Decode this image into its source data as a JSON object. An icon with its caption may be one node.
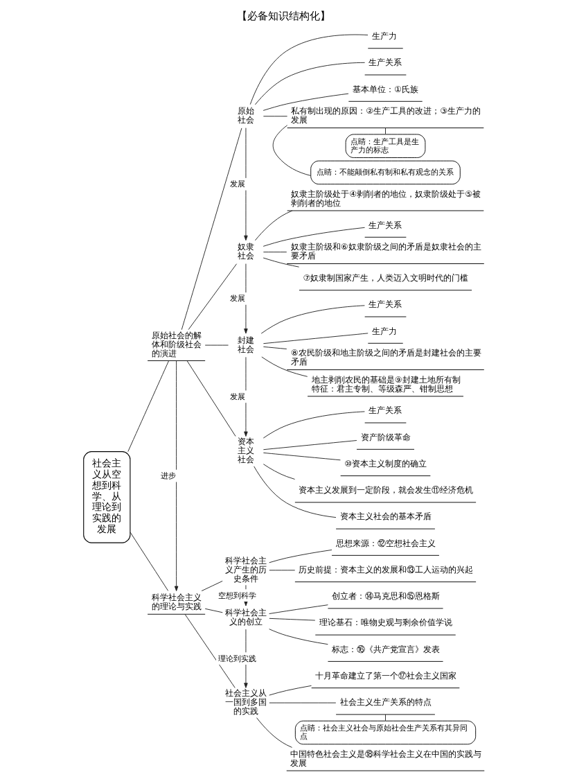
{
  "diagram": {
    "title": "【必备知识结构化】",
    "nodes": [
      {
        "text": [
          "社会主义从空想到科学、从理论到实践的发展"
        ]
      },
      {
        "text": [
          "原始社会的解体和阶级社会的演进"
        ]
      },
      {
        "text": [
          "原始社会"
        ]
      },
      {
        "text": [
          "生产力"
        ]
      },
      {
        "text": [
          "生产关系"
        ]
      },
      {
        "text": [
          "基本单位：①氏族"
        ]
      },
      {
        "text": [
          "私有制出现的原因：②生产工具的改进；③生产力的发展"
        ]
      },
      {
        "text": [
          "点睛：生产工具是生产力的标志"
        ]
      },
      {
        "text": [
          "点睛：不能颠倒私有制和私有观念的关系"
        ]
      },
      {
        "text": [
          "奴隶社会"
        ]
      },
      {
        "text": [
          "奴隶主阶级处于④剥削者的地位，奴隶阶级处于⑤被剥削者的地位"
        ]
      },
      {
        "text": [
          "生产关系"
        ]
      },
      {
        "text": [
          "奴隶主阶级和⑥奴隶阶级之间的矛盾是奴隶社会的主要矛盾"
        ]
      },
      {
        "text": [
          "⑦奴隶制国家产生，人类迈入文明时代的门槛"
        ]
      },
      {
        "text": [
          "封建社会"
        ]
      },
      {
        "text": [
          "生产关系"
        ]
      },
      {
        "text": [
          "生产力"
        ]
      },
      {
        "text": [
          "⑧农民阶级和地主阶级之间的矛盾是封建社会的主要矛盾"
        ]
      },
      {
        "text": [
          "地主剥削农民的基础是⑨封建土地所有制",
          "特征：君主专制、等级森严、钳制思想"
        ]
      },
      {
        "text": [
          "资本主义社会"
        ]
      },
      {
        "text": [
          "生产关系"
        ]
      },
      {
        "text": [
          "资产阶级革命"
        ]
      },
      {
        "text": [
          "⑩资本主义制度的确立"
        ]
      },
      {
        "text": [
          "资本主义发展到一定阶段，就会发生⑪经济危机"
        ]
      },
      {
        "text": [
          "资本主义社会的基本矛盾"
        ]
      },
      {
        "text": [
          "科学社会主义的理论与实践"
        ]
      },
      {
        "text": [
          "科学社会主义产生的历史条件"
        ]
      },
      {
        "text": [
          "思想来源：⑫空想社会主义"
        ]
      },
      {
        "text": [
          "历史前提：资本主义的发展和⑬工人运动的兴起"
        ]
      },
      {
        "text": [
          "科学社会主义的创立"
        ]
      },
      {
        "text": [
          "创立者：⑭马克思和⑮恩格斯"
        ]
      },
      {
        "text": [
          "理论基石：唯物史观与剩余价值学说"
        ]
      },
      {
        "text": [
          "标志：⑯《共产党宣言》发表"
        ]
      },
      {
        "text": [
          "社会主义从一国到多国的实践"
        ]
      },
      {
        "text": [
          "十月革命建立了第一个⑰社会主义国家"
        ]
      },
      {
        "text": [
          "社会主义生产关系的特点"
        ]
      },
      {
        "text": [
          "点睛：社会主义社会与原始社会生产关系有其异同点"
        ]
      },
      {
        "text": [
          "中国特色社会主义是⑱科学社会主义在中国的实践与发展"
        ]
      }
    ],
    "edges": [
      {
        "from": 0,
        "to": 1,
        "arrow": "none"
      },
      {
        "from": 0,
        "to": 25,
        "arrow": "none"
      },
      {
        "from": 1,
        "to": 2,
        "arrow": "none"
      },
      {
        "from": 1,
        "to": 9,
        "arrow": "none"
      },
      {
        "from": 1,
        "to": 14,
        "arrow": "none"
      },
      {
        "from": 1,
        "to": 19,
        "arrow": "none"
      },
      {
        "from": 2,
        "to": 3,
        "arrow": "none"
      },
      {
        "from": 2,
        "to": 4,
        "arrow": "none"
      },
      {
        "from": 2,
        "to": 5,
        "arrow": "none"
      },
      {
        "from": 2,
        "to": 6,
        "arrow": "none"
      },
      {
        "from": 7,
        "to": 6,
        "arrow": "none"
      },
      {
        "from": 8,
        "to": 6,
        "arrow": "none"
      },
      {
        "from": 2,
        "to": 9,
        "arrow": "to",
        "label": "发展"
      },
      {
        "from": 9,
        "to": 10,
        "arrow": "none"
      },
      {
        "from": 9,
        "to": 11,
        "arrow": "none"
      },
      {
        "from": 9,
        "to": 12,
        "arrow": "none"
      },
      {
        "from": 9,
        "to": 13,
        "arrow": "none"
      },
      {
        "from": 9,
        "to": 14,
        "arrow": "to",
        "label": "发展"
      },
      {
        "from": 14,
        "to": 15,
        "arrow": "none"
      },
      {
        "from": 14,
        "to": 16,
        "arrow": "none"
      },
      {
        "from": 14,
        "to": 17,
        "arrow": "none"
      },
      {
        "from": 14,
        "to": 18,
        "arrow": "none"
      },
      {
        "from": 14,
        "to": 19,
        "arrow": "to",
        "label": "发展"
      },
      {
        "from": 19,
        "to": 20,
        "arrow": "none"
      },
      {
        "from": 19,
        "to": 21,
        "arrow": "none"
      },
      {
        "from": 19,
        "to": 22,
        "arrow": "none"
      },
      {
        "from": 19,
        "to": 23,
        "arrow": "none"
      },
      {
        "from": 19,
        "to": 24,
        "arrow": "none"
      },
      {
        "from": 1,
        "to": 25,
        "arrow": "to",
        "label": "进步"
      },
      {
        "from": 25,
        "to": 26,
        "arrow": "none"
      },
      {
        "from": 25,
        "to": 29,
        "arrow": "none"
      },
      {
        "from": 25,
        "to": 33,
        "arrow": "none"
      },
      {
        "from": 26,
        "to": 27,
        "arrow": "none"
      },
      {
        "from": 26,
        "to": 28,
        "arrow": "none"
      },
      {
        "from": 26,
        "to": 29,
        "arrow": "to",
        "label": "空想到科学"
      },
      {
        "from": 29,
        "to": 30,
        "arrow": "none"
      },
      {
        "from": 29,
        "to": 31,
        "arrow": "none"
      },
      {
        "from": 29,
        "to": 32,
        "arrow": "none"
      },
      {
        "from": 29,
        "to": 33,
        "arrow": "to",
        "label": "理论到实践"
      },
      {
        "from": 33,
        "to": 34,
        "arrow": "none"
      },
      {
        "from": 33,
        "to": 35,
        "arrow": "none"
      },
      {
        "from": 33,
        "to": 37,
        "arrow": "none"
      },
      {
        "from": 36,
        "to": 35,
        "arrow": "none"
      }
    ]
  }
}
